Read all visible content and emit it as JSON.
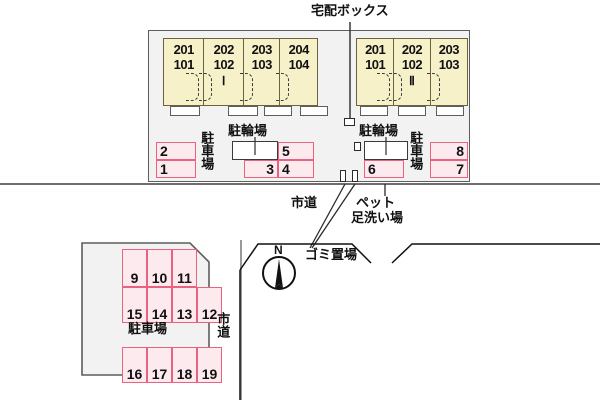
{
  "title_label": "宅配ボックス",
  "buildings": [
    {
      "name": "building-1",
      "roman": "Ⅰ",
      "units": [
        {
          "upper": "201",
          "lower": "101"
        },
        {
          "upper": "202",
          "lower": "102"
        },
        {
          "upper": "203",
          "lower": "103"
        },
        {
          "upper": "204",
          "lower": "104"
        }
      ]
    },
    {
      "name": "building-2",
      "roman": "Ⅱ",
      "units": [
        {
          "upper": "201",
          "lower": "101"
        },
        {
          "upper": "202",
          "lower": "102"
        },
        {
          "upper": "203",
          "lower": "103"
        }
      ]
    }
  ],
  "labels": {
    "parking_left": "駐車場",
    "parking_right": "駐車場",
    "parking_bottom": "駐車場",
    "bicycle_left": "駐輪場",
    "bicycle_right": "駐輪場",
    "road_center": "市道",
    "road_vertical": "市道",
    "pet_wash": "ペット\n足洗い場",
    "pet_wash_line1": "ペット",
    "pet_wash_line2": "足洗い場",
    "garbage": "ゴミ置場",
    "north": "N"
  },
  "parking_upper_left": [
    "1",
    "2",
    "3",
    "4",
    "5"
  ],
  "parking_upper_right": [
    "6",
    "7",
    "8"
  ],
  "parking_lower": {
    "row_top": [
      "9",
      "10",
      "11"
    ],
    "row_mid": [
      "15",
      "14",
      "13",
      "12"
    ],
    "row_bottom": [
      "16",
      "17",
      "18",
      "19"
    ]
  },
  "colors": {
    "building_fill": "#f6f1c9",
    "building_stroke": "#6b6340",
    "stall_fill": "#fdeaef",
    "stall_stroke": "#e8637f",
    "ground_fill": "#f2f2f2",
    "ground_stroke": "#5d5d5d",
    "text": "#111111",
    "background": "#ffffff"
  }
}
